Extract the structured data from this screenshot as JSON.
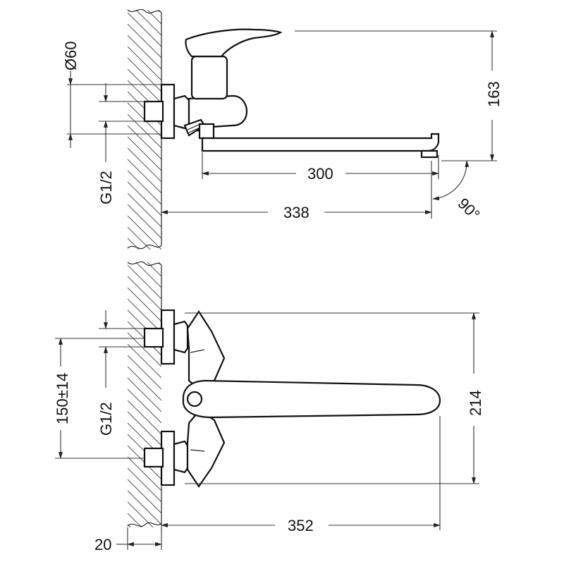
{
  "dimensions": {
    "diameter": "Ø60",
    "height_top": "163",
    "spout_length": "300",
    "angle": "90°",
    "total_length_top": "338",
    "thread_top": "G1/2",
    "centers": "150±14",
    "thread_bottom": "G1/2",
    "height_bottom": "214",
    "total_length_bottom": "352",
    "wall_offset": "20"
  },
  "icons": [
    "faucet-side-view",
    "faucet-front-view",
    "wall-hatch"
  ]
}
